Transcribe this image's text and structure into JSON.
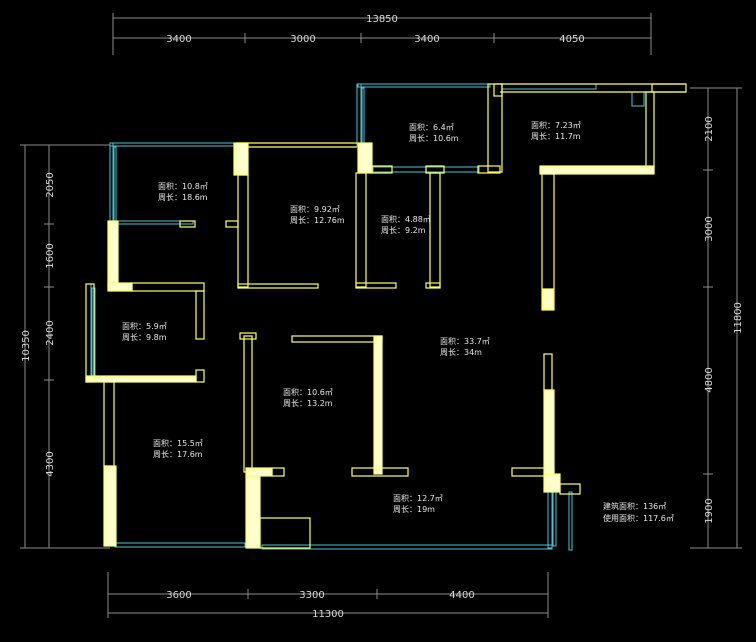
{
  "dimensions": {
    "top_total": "13850",
    "top_segments": [
      "3400",
      "3000",
      "3400",
      "4050"
    ],
    "bottom_total": "11300",
    "bottom_segments": [
      "3600",
      "3300",
      "4400"
    ],
    "left_total": "10350",
    "left_segments": [
      "2050",
      "1600",
      "2400",
      "4300"
    ],
    "right_total": "11800",
    "right_segments": [
      "2100",
      "3000",
      "4800",
      "1900"
    ]
  },
  "rooms": [
    {
      "area": "面积：10.8㎡",
      "perimeter": "周长：18.6m"
    },
    {
      "area": "面积：9.92㎡",
      "perimeter": "周长：12.76m"
    },
    {
      "area": "面积：4.88㎡",
      "perimeter": "周长：9.2m"
    },
    {
      "area": "面积：6.4㎡",
      "perimeter": "周长：10.6m"
    },
    {
      "area": "面积：7.23㎡",
      "perimeter": "周长：11.7m"
    },
    {
      "area": "面积：5.9㎡",
      "perimeter": "周长：9.8m"
    },
    {
      "area": "面积：33.7㎡",
      "perimeter": "周长：34m"
    },
    {
      "area": "面积：10.6㎡",
      "perimeter": "周长：13.2m"
    },
    {
      "area": "面积：15.5㎡",
      "perimeter": "周长：17.6m"
    },
    {
      "area": "面积：12.7㎡",
      "perimeter": "周长：19m"
    }
  ],
  "summary": {
    "building_area": "建筑面积：136㎡",
    "usable_area": "使用面积：117.6㎡"
  },
  "colors": {
    "background": "#000000",
    "wall": "#ffff66",
    "window": "#49c6d6",
    "dimension_line": "#8c8c8c"
  }
}
